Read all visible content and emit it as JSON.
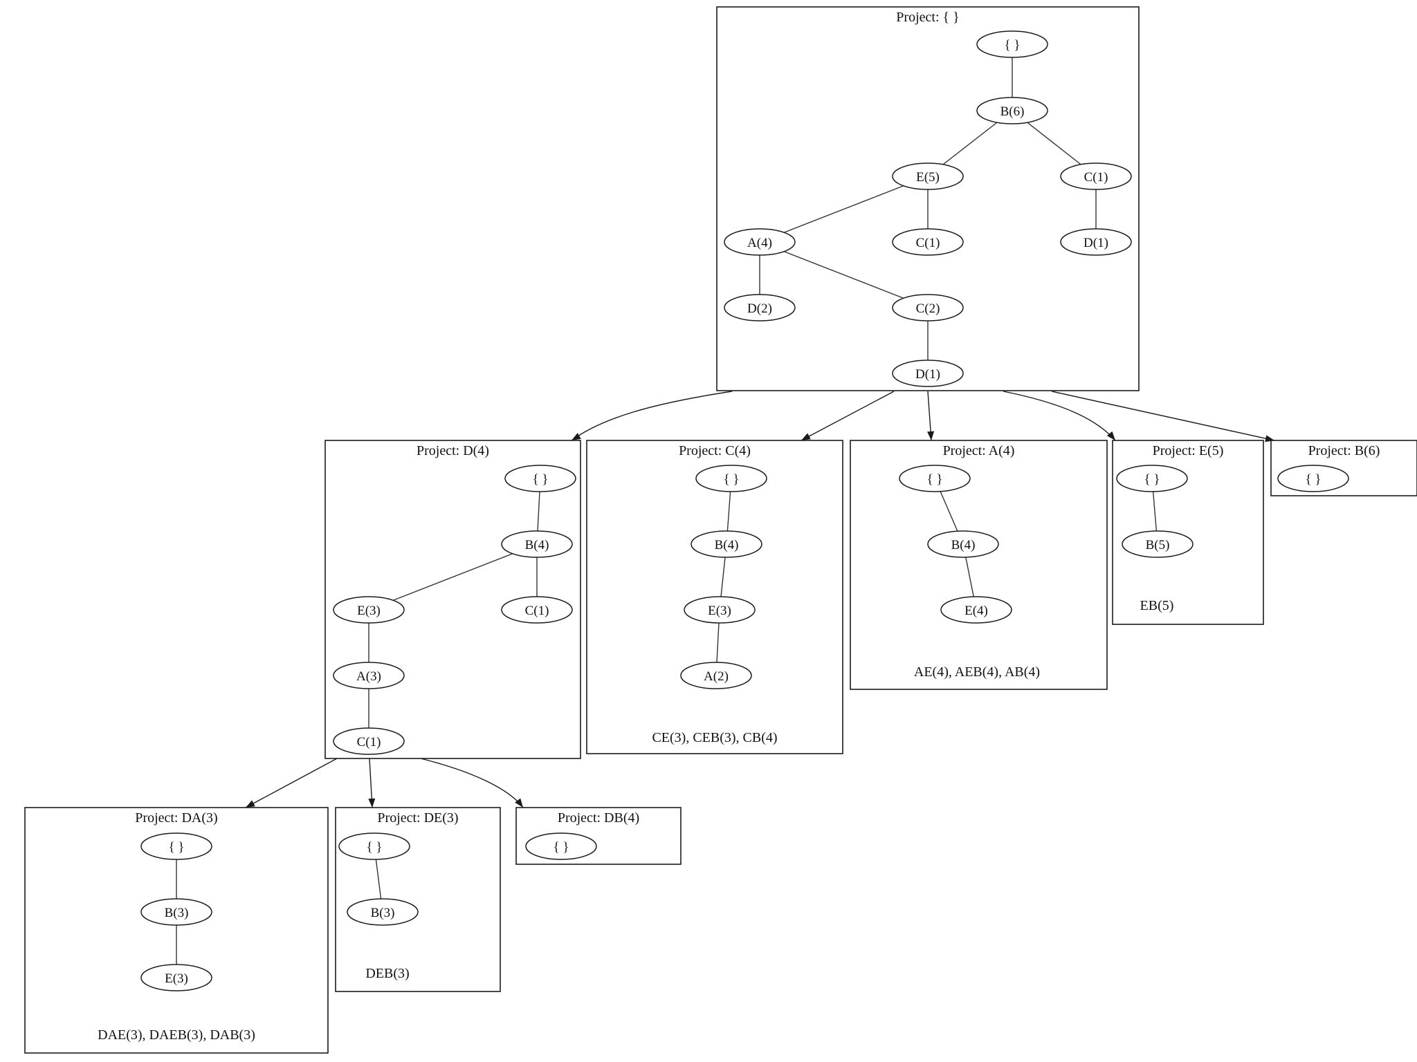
{
  "projects": [
    {
      "id": "root",
      "title": "Project: { }",
      "nodes": [
        {
          "id": "r0",
          "label": "{ }"
        },
        {
          "id": "r1",
          "label": "B(6)"
        },
        {
          "id": "r2",
          "label": "E(5)"
        },
        {
          "id": "r3",
          "label": "C(1)"
        },
        {
          "id": "r4",
          "label": "A(4)"
        },
        {
          "id": "r5",
          "label": "C(1)"
        },
        {
          "id": "r6",
          "label": "D(1)"
        },
        {
          "id": "r7",
          "label": "D(2)"
        },
        {
          "id": "r8",
          "label": "C(2)"
        },
        {
          "id": "r9",
          "label": "D(1)"
        }
      ],
      "edges": [
        [
          "r0",
          "r1"
        ],
        [
          "r1",
          "r2"
        ],
        [
          "r1",
          "r3"
        ],
        [
          "r2",
          "r4"
        ],
        [
          "r2",
          "r5"
        ],
        [
          "r3",
          "r6"
        ],
        [
          "r4",
          "r7"
        ],
        [
          "r4",
          "r8"
        ],
        [
          "r8",
          "r9"
        ]
      ],
      "patterns": ""
    },
    {
      "id": "d",
      "title": "Project: D(4)",
      "nodes": [
        {
          "id": "d0",
          "label": "{ }"
        },
        {
          "id": "d1",
          "label": "B(4)"
        },
        {
          "id": "d2",
          "label": "E(3)"
        },
        {
          "id": "d3",
          "label": "C(1)"
        },
        {
          "id": "d4",
          "label": "A(3)"
        },
        {
          "id": "d5",
          "label": "C(1)"
        }
      ],
      "edges": [
        [
          "d0",
          "d1"
        ],
        [
          "d1",
          "d2"
        ],
        [
          "d1",
          "d3"
        ],
        [
          "d2",
          "d4"
        ],
        [
          "d4",
          "d5"
        ]
      ],
      "patterns": ""
    },
    {
      "id": "c",
      "title": "Project: C(4)",
      "nodes": [
        {
          "id": "c0",
          "label": "{ }"
        },
        {
          "id": "c1",
          "label": "B(4)"
        },
        {
          "id": "c2",
          "label": "E(3)"
        },
        {
          "id": "c3",
          "label": "A(2)"
        }
      ],
      "edges": [
        [
          "c0",
          "c1"
        ],
        [
          "c1",
          "c2"
        ],
        [
          "c2",
          "c3"
        ]
      ],
      "patterns": "CE(3), CEB(3), CB(4)"
    },
    {
      "id": "a",
      "title": "Project: A(4)",
      "nodes": [
        {
          "id": "a0",
          "label": "{ }"
        },
        {
          "id": "a1",
          "label": "B(4)"
        },
        {
          "id": "a2",
          "label": "E(4)"
        }
      ],
      "edges": [
        [
          "a0",
          "a1"
        ],
        [
          "a1",
          "a2"
        ]
      ],
      "patterns": "AE(4), AEB(4), AB(4)"
    },
    {
      "id": "e",
      "title": "Project: E(5)",
      "nodes": [
        {
          "id": "e0",
          "label": "{ }"
        },
        {
          "id": "e1",
          "label": "B(5)"
        }
      ],
      "edges": [
        [
          "e0",
          "e1"
        ]
      ],
      "patterns": "EB(5)"
    },
    {
      "id": "b",
      "title": "Project: B(6)",
      "nodes": [
        {
          "id": "b0",
          "label": "{ }"
        }
      ],
      "edges": [],
      "patterns": ""
    },
    {
      "id": "da",
      "title": "Project: DA(3)",
      "nodes": [
        {
          "id": "da0",
          "label": "{ }"
        },
        {
          "id": "da1",
          "label": "B(3)"
        },
        {
          "id": "da2",
          "label": "E(3)"
        }
      ],
      "edges": [
        [
          "da0",
          "da1"
        ],
        [
          "da1",
          "da2"
        ]
      ],
      "patterns": "DAE(3), DAEB(3), DAB(3)"
    },
    {
      "id": "de",
      "title": "Project: DE(3)",
      "nodes": [
        {
          "id": "de0",
          "label": "{ }"
        },
        {
          "id": "de1",
          "label": "B(3)"
        }
      ],
      "edges": [
        [
          "de0",
          "de1"
        ]
      ],
      "patterns": "DEB(3)"
    },
    {
      "id": "db",
      "title": "Project: DB(4)",
      "nodes": [
        {
          "id": "db0",
          "label": "{ }"
        }
      ],
      "edges": [],
      "patterns": ""
    }
  ],
  "links": [
    [
      "root",
      "d"
    ],
    [
      "root",
      "c"
    ],
    [
      "root",
      "a"
    ],
    [
      "root",
      "e"
    ],
    [
      "root",
      "b"
    ],
    [
      "d",
      "da"
    ],
    [
      "d",
      "de"
    ],
    [
      "d",
      "db"
    ]
  ]
}
